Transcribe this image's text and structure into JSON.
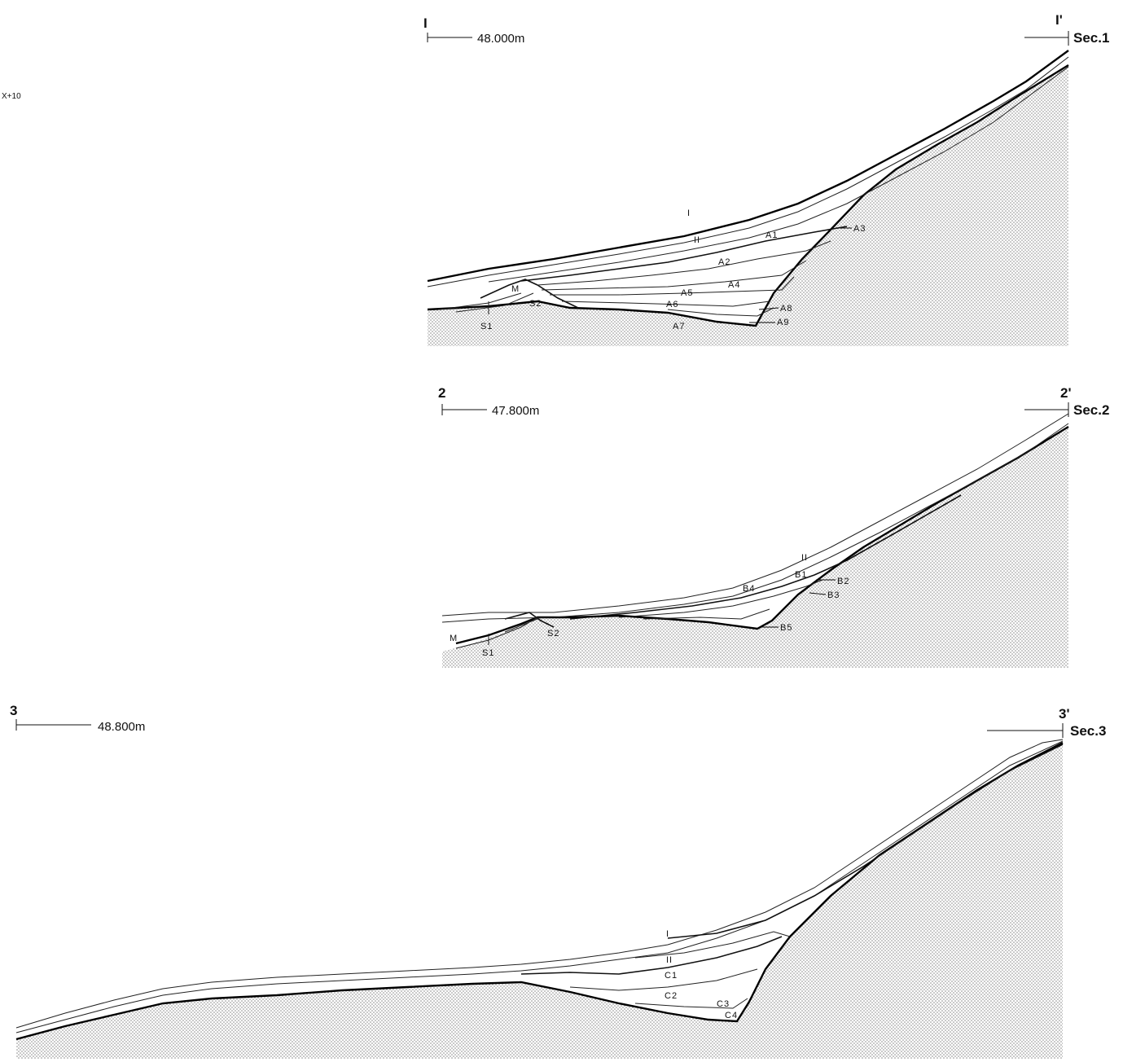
{
  "corner_mark": "X+10",
  "sections": [
    {
      "name": "Sec.1",
      "start_marker": "I",
      "end_marker": "I'",
      "elevation": "48.000m",
      "layers": [
        "I",
        "II",
        "A1",
        "A2",
        "A3",
        "A4",
        "A5",
        "A6",
        "A7",
        "A8",
        "A9",
        "M",
        "S1",
        "S2"
      ]
    },
    {
      "name": "Sec.2",
      "start_marker": "2",
      "end_marker": "2'",
      "elevation": "47.800m",
      "layers": [
        "II",
        "B1",
        "B2",
        "B3",
        "B4",
        "B5",
        "M",
        "S1",
        "S2"
      ]
    },
    {
      "name": "Sec.3",
      "start_marker": "3",
      "end_marker": "3'",
      "elevation": "48.800m",
      "layers": [
        "I",
        "II",
        "C1",
        "C2",
        "C3",
        "C4"
      ]
    }
  ],
  "colors": {
    "ink": "#111111",
    "bedrock_dots": "#8a8a8a",
    "background": "#ffffff"
  }
}
